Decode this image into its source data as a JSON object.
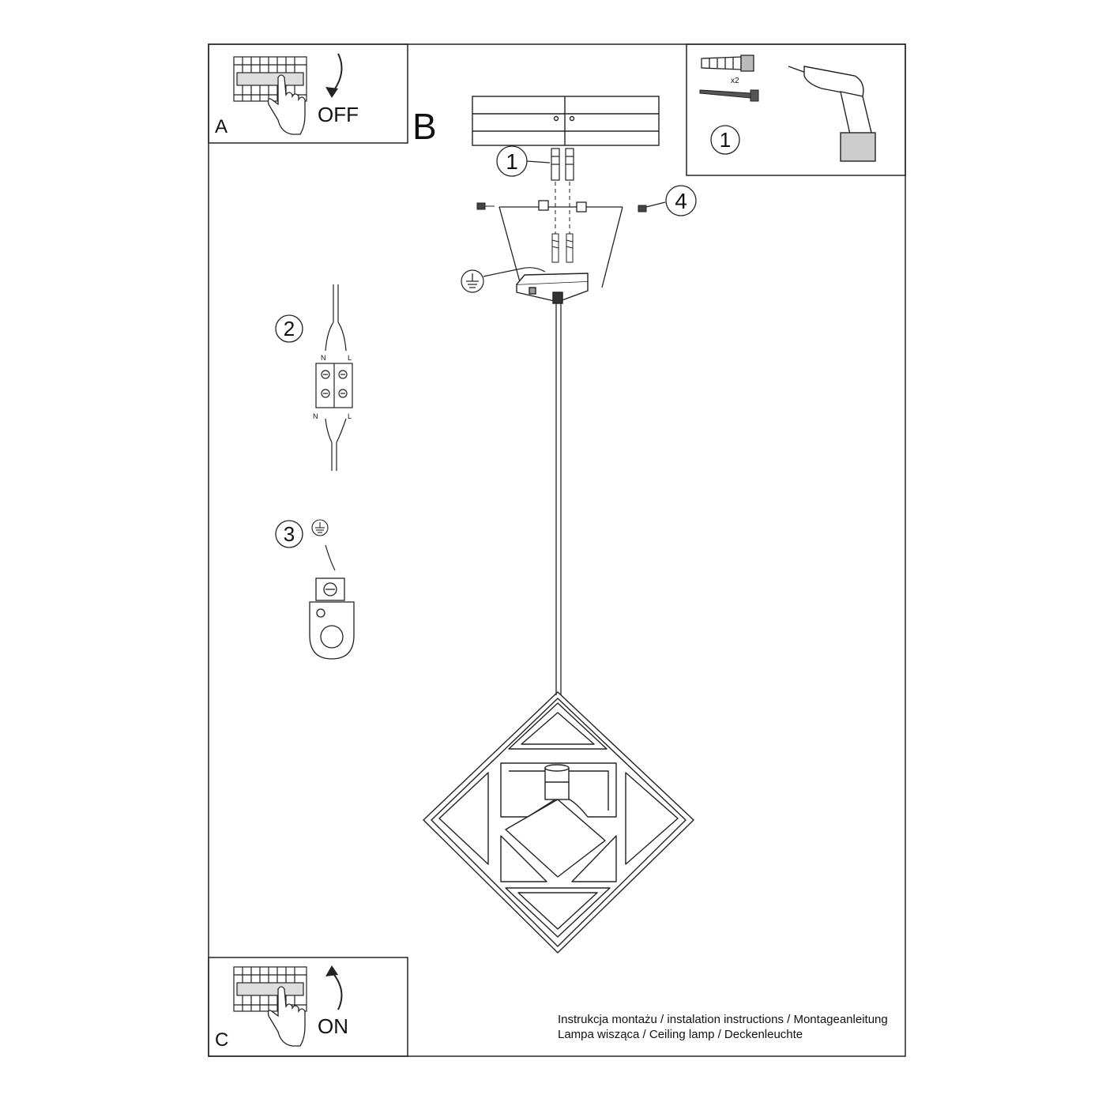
{
  "panel_a": {
    "letter": "A",
    "switch_state": "OFF"
  },
  "panel_b": {
    "letter": "B"
  },
  "panel_c": {
    "letter": "C",
    "switch_state": "ON"
  },
  "tools_box": {
    "anchor_count": "x2",
    "step": "1"
  },
  "steps": {
    "anchor": "1",
    "wiring": "2",
    "ground": "3",
    "screw": "4"
  },
  "terminal_labels": {
    "n_top": "N",
    "l_top": "L",
    "n_bottom": "N",
    "l_bottom": "L"
  },
  "footer": {
    "line1": "Instrukcja montażu / instalation instructions / Montageanleitung",
    "line2": "Lampa wisząca / Ceiling lamp / Deckenleuchte"
  },
  "icons": [
    "circuit-breaker-icon",
    "hand-icon",
    "curved-arrow-icon",
    "drill-icon",
    "wall-anchor-icon",
    "screw-icon",
    "ground-symbol-icon",
    "terminal-block-icon",
    "ground-clamp-icon",
    "pendant-lamp-icon"
  ]
}
